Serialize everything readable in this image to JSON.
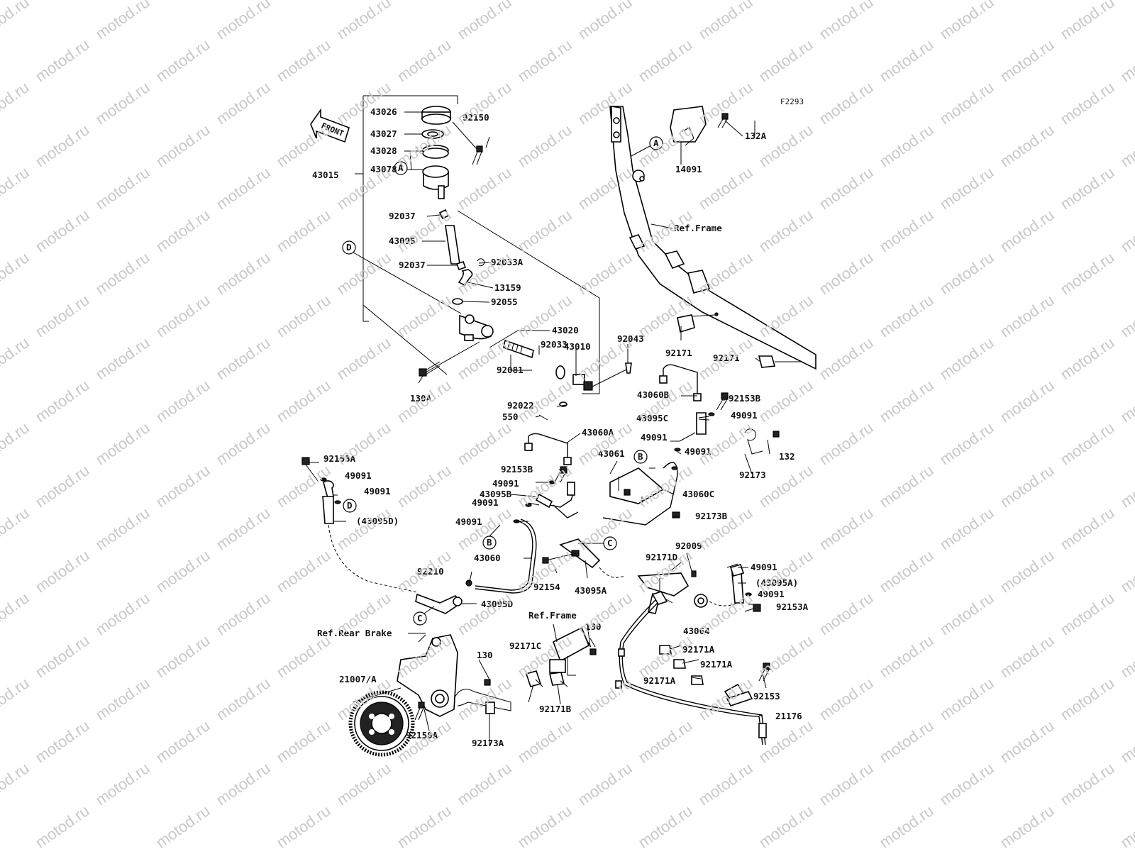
{
  "watermark": "motod.ru",
  "diagram_code": "F2293",
  "front_label": "FRONT",
  "colors": {
    "line": "#000000",
    "watermark": "#c9c9c9",
    "background": "#ffffff"
  },
  "references": {
    "frame_top": "Ref.Frame",
    "frame_bottom": "Ref.Frame",
    "rear_brake": "Ref.Rear Brake"
  },
  "callouts": [
    "A",
    "A",
    "B",
    "B",
    "C",
    "C",
    "D",
    "D"
  ],
  "parts": [
    "43026",
    "92150",
    "43027",
    "43028",
    "43078",
    "43015",
    "92037",
    "43095",
    "92037",
    "92033A",
    "13159",
    "92055",
    "43020",
    "92033",
    "43010",
    "92081",
    "130A",
    "92022",
    "550",
    "92043",
    "14091",
    "132A",
    "92171",
    "92171",
    "43060B",
    "92153B",
    "43095C",
    "49091",
    "49091",
    "49091",
    "132",
    "92173",
    "43060A",
    "43061",
    "92153A",
    "49091",
    "49091",
    "(43095D)",
    "92153B",
    "49091",
    "43095B",
    "49091",
    "43060C",
    "92173B",
    "49091",
    "43060",
    "92210",
    "43095D",
    "92154",
    "43095A",
    "92009",
    "92171D",
    "49091",
    "(43095A)",
    "49091",
    "92153A",
    "43064",
    "130",
    "130",
    "92171C",
    "92171B",
    "92171A",
    "92171A",
    "92171A",
    "92153",
    "21176",
    "21007/A",
    "92150A",
    "92173A"
  ]
}
